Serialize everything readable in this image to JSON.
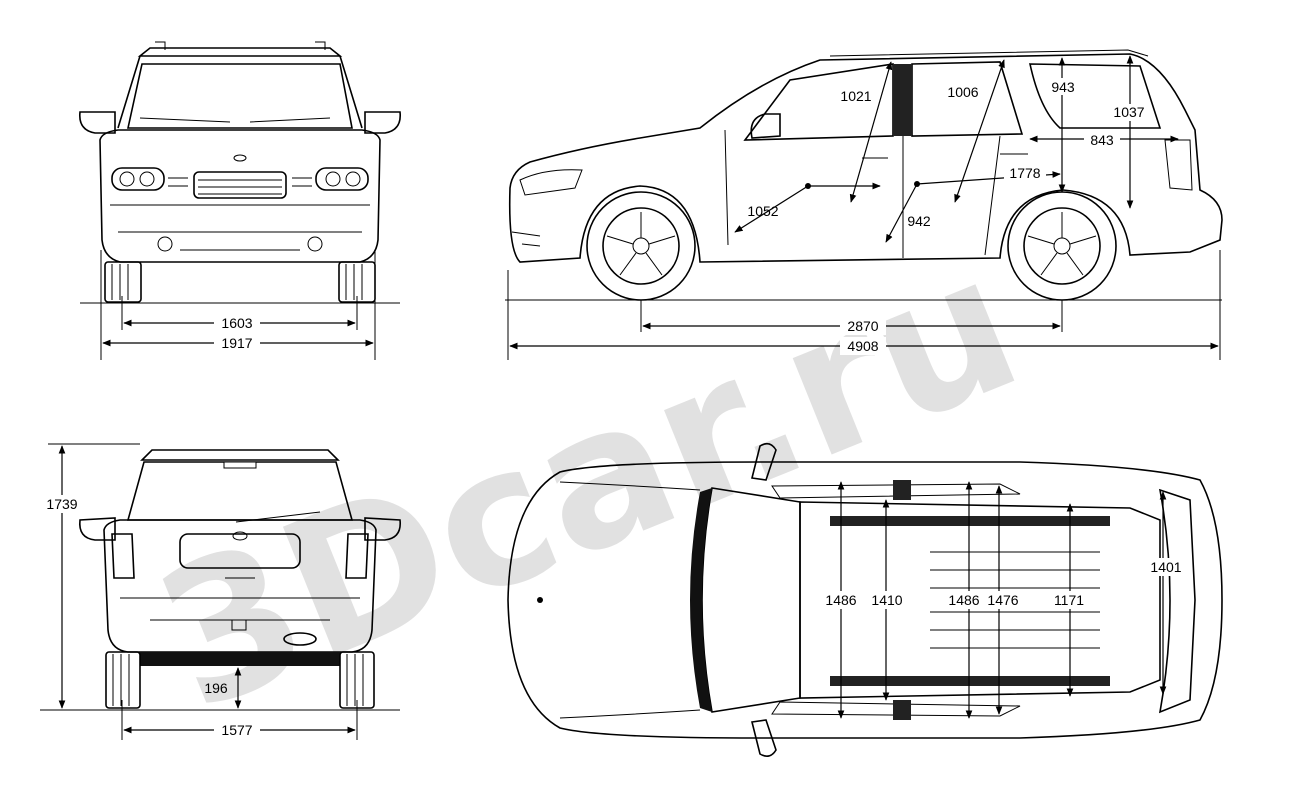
{
  "watermark": "3Dcar.ru",
  "front_view": {
    "track_front": "1603",
    "overall_width": "1917"
  },
  "side_view": {
    "dims": {
      "d1021": "1021",
      "d1006": "1006",
      "d943": "943",
      "d1037": "1037",
      "d843": "843",
      "d1778": "1778",
      "d1052": "1052",
      "d942": "942"
    },
    "wheelbase": "2870",
    "overall_length": "4908"
  },
  "rear_view": {
    "overall_height": "1739",
    "ground_clearance": "196",
    "track_rear": "1577"
  },
  "top_view": {
    "dims": {
      "d1486a": "1486",
      "d1410": "1410",
      "d1486b": "1486",
      "d1476": "1476",
      "d1171": "1171",
      "d1401": "1401"
    }
  }
}
